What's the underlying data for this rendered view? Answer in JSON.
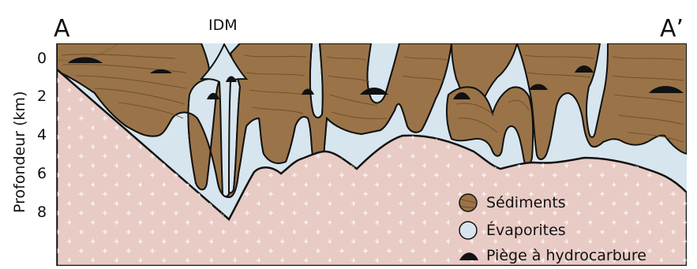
{
  "labels": {
    "section_start": "A",
    "section_end": "A’",
    "dome": "IDM",
    "depth_axis": "Profondeur (km)"
  },
  "depth_ticks": [
    "0",
    "2",
    "4",
    "6",
    "8"
  ],
  "legend": [
    {
      "label": "Sédiments",
      "pattern": "sediment"
    },
    {
      "label": "Évaporites",
      "pattern": "evaporite"
    },
    {
      "label": "Piège à hydrocarbure",
      "pattern": "trap"
    }
  ],
  "colors": {
    "basement": "#e8cbc5",
    "basement_cross": "#ffffff",
    "sediment": "#9a7448",
    "sediment_layer": "#6e4b2a",
    "evaporite": "#d7e5ee",
    "trap": "#111111",
    "outline": "#111111"
  }
}
